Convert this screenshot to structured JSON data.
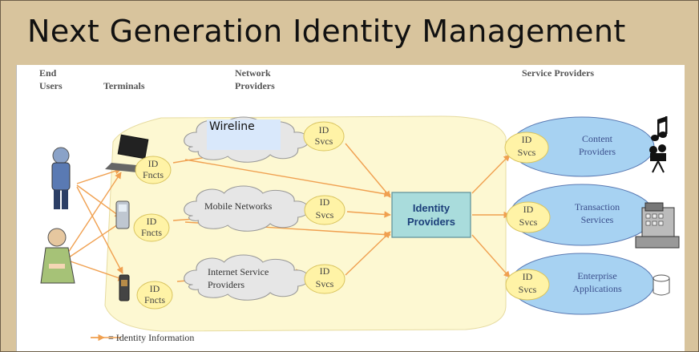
{
  "slide": {
    "title": "Next Generation Identity Management",
    "wireline_label": "Wireline"
  },
  "diagram": {
    "column_headers": {
      "end_users": [
        "End",
        "Users"
      ],
      "terminals": "Terminals",
      "network_providers": [
        "Network",
        "Providers"
      ],
      "service_providers": "Service Providers"
    },
    "id_fncts": [
      "ID",
      "Fncts"
    ],
    "id_svcs": [
      "ID",
      "Svcs"
    ],
    "networks": {
      "mobile": "Mobile Networks",
      "isp": [
        "Internet Service",
        "Providers"
      ]
    },
    "identity_providers": [
      "Identity",
      "Providers"
    ],
    "services": {
      "content": [
        "Content",
        "Providers"
      ],
      "transaction": [
        "Transaction",
        "Services"
      ],
      "enterprise": [
        "Enterprise",
        "Applications"
      ]
    },
    "legend": "= Identity Information",
    "colors": {
      "arrow": "#f0a050",
      "id_bubble": "#fff3a6",
      "cloud": "#e8e8e8",
      "service_ellipse": "#a7d2f2",
      "identity_box": "#a9dcdc",
      "envelope": "#fdf8d2"
    }
  }
}
